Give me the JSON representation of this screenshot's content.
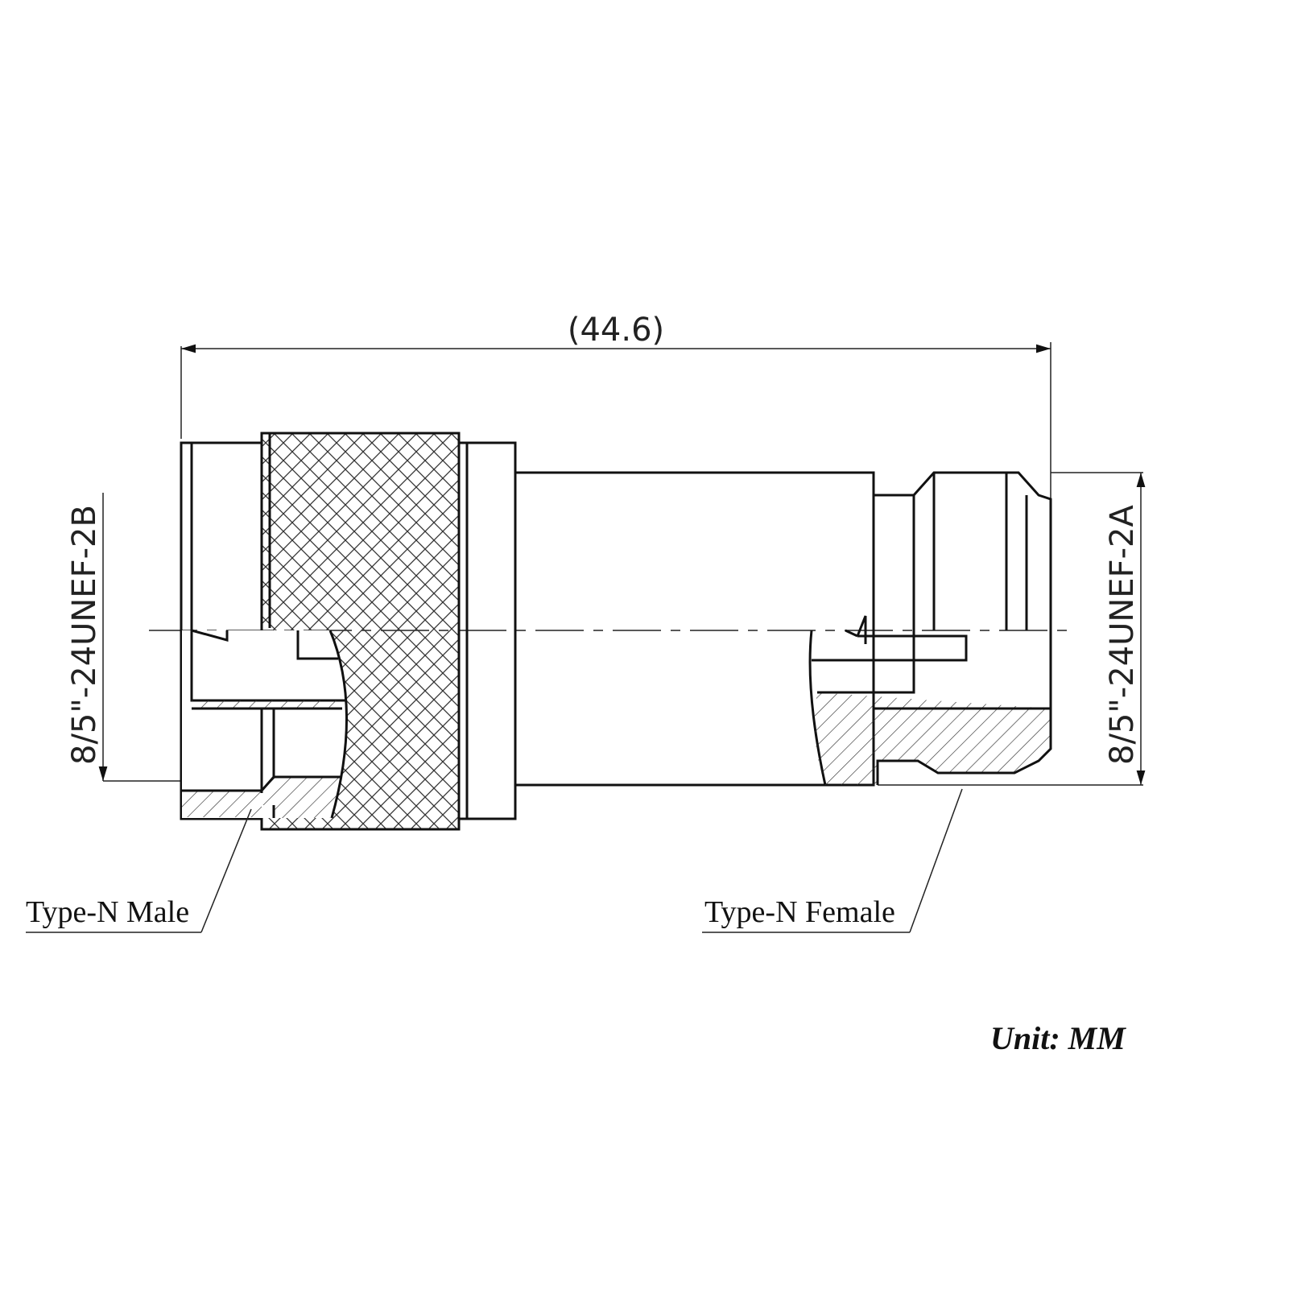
{
  "dimensions": {
    "overall_length": "(44.6)",
    "thread_left": "8/5\"-24UNEF-2B",
    "thread_right": "8/5\"-24UNEF-2A"
  },
  "labels": {
    "male": "Type-N Male",
    "female": "Type-N Female"
  },
  "unit": "Unit: MM"
}
